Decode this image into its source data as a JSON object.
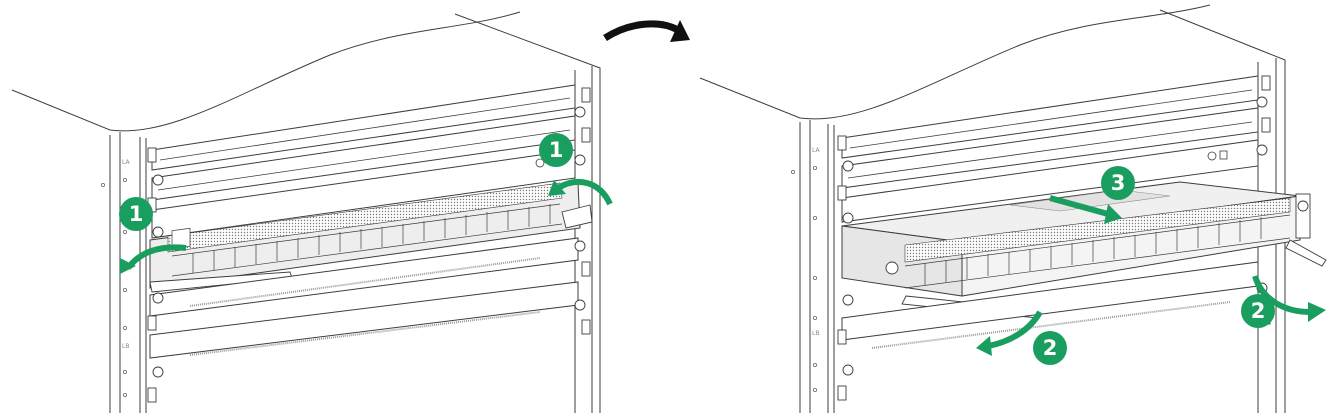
{
  "colors": {
    "accent_green": "#1a9e5f",
    "line": "#3d3d3d",
    "light_line": "#9a9a9a",
    "panel_fill": "#f4f4f4",
    "card_fill": "#e6e6e6",
    "arrow_black": "#111111"
  },
  "icons": {
    "transition": "curved-arrow-right-icon",
    "rotate_ejector": "curved-arrow-icon",
    "pull_card": "straight-arrow-icon"
  },
  "left_panel": {
    "slot_label_top": "LA",
    "slot_label_bottom": "LB",
    "steps": [
      {
        "label": "1"
      },
      {
        "label": "1"
      }
    ]
  },
  "right_panel": {
    "slot_label_top": "LA",
    "slot_label_bottom": "LB",
    "steps": [
      {
        "label": "3"
      },
      {
        "label": "2"
      },
      {
        "label": "2"
      }
    ]
  }
}
